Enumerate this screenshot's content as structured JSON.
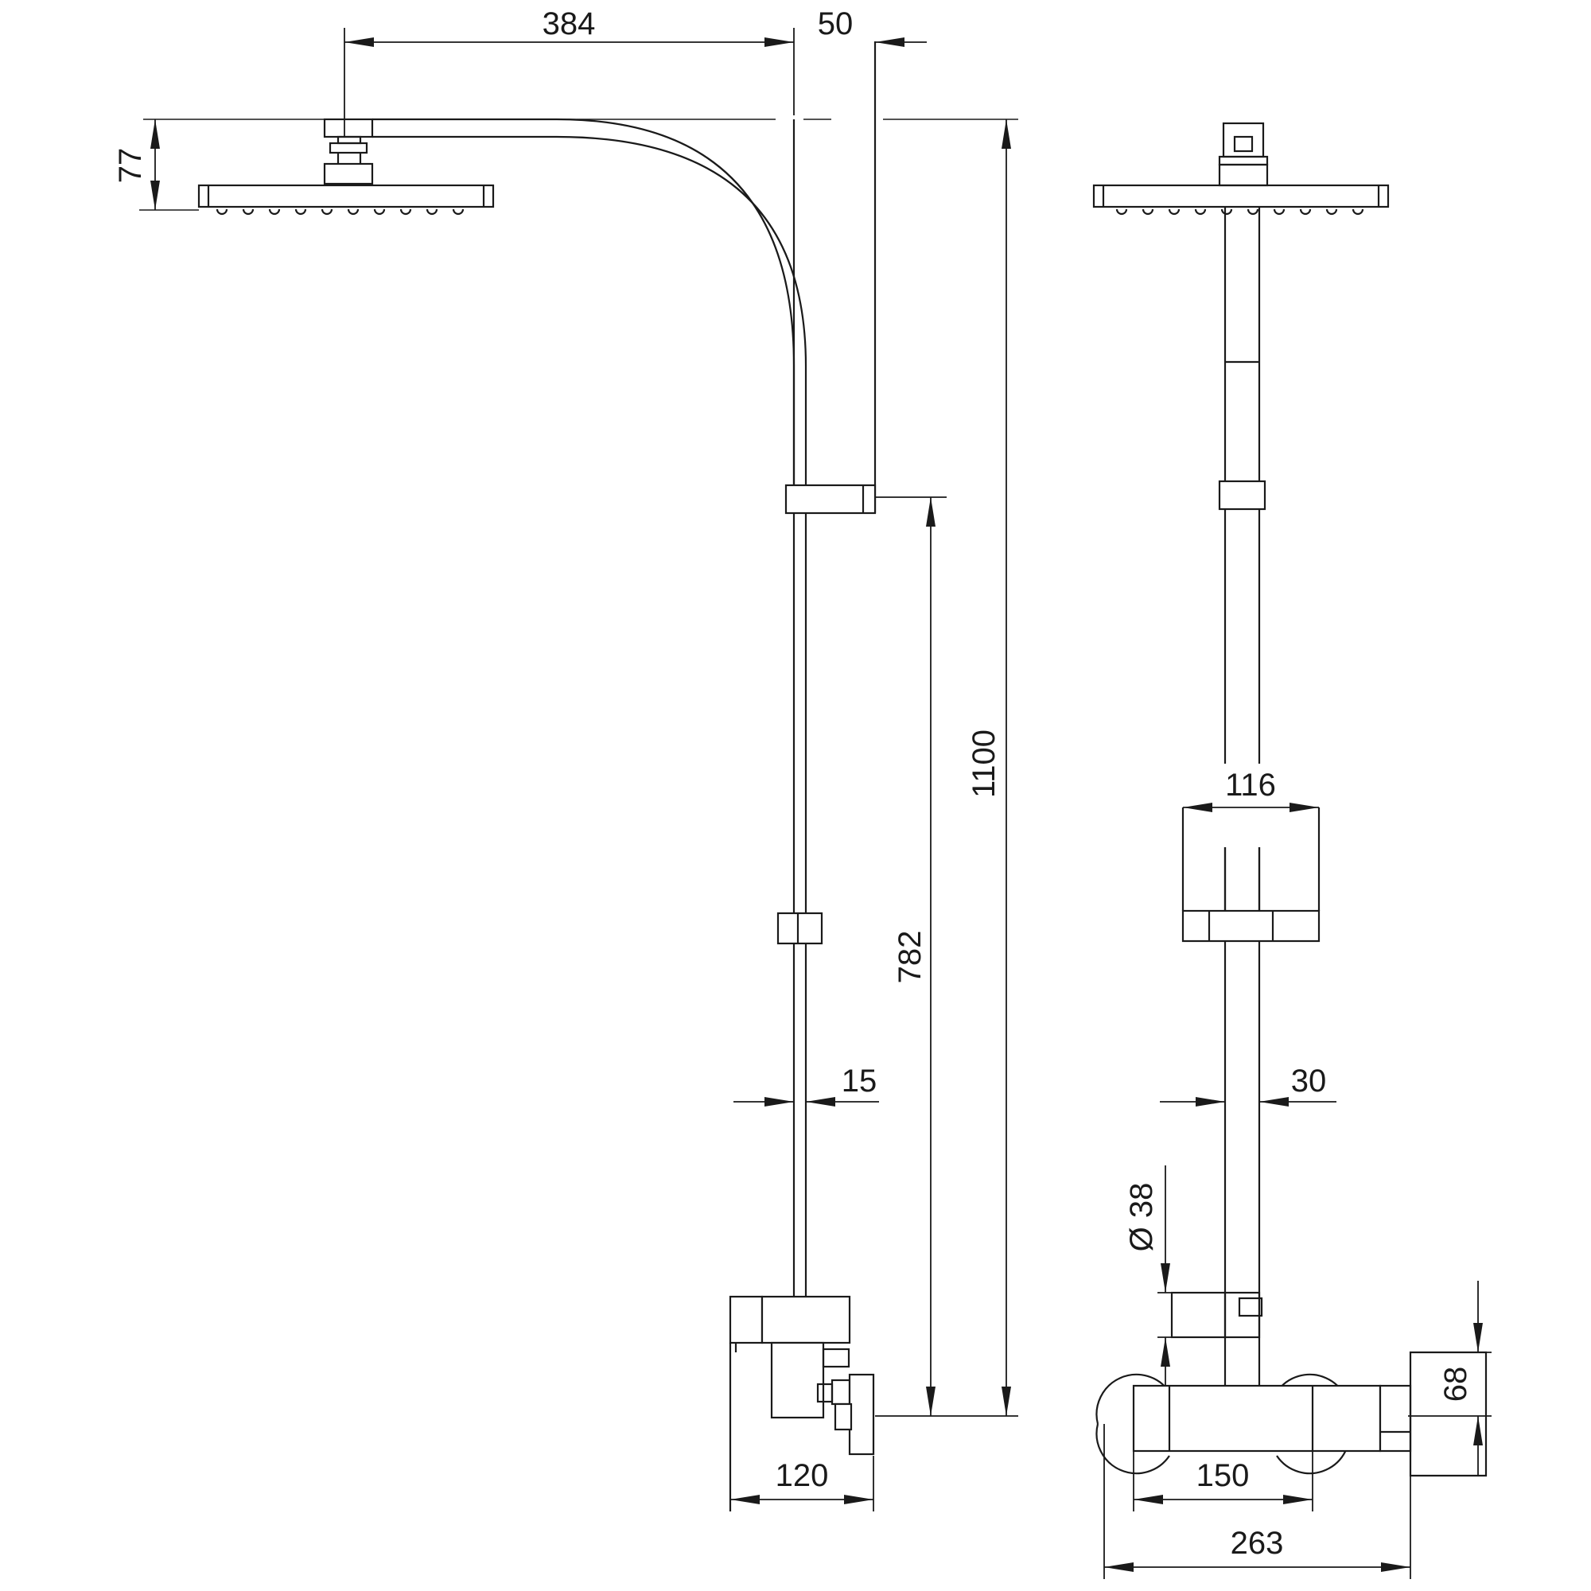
{
  "dimensions": {
    "arm_length": "384",
    "rail_depth": "50",
    "head_height": "77",
    "total_height": "1100",
    "slider_height": "782",
    "rail_width_side": "15",
    "rail_width_front": "30",
    "mixer_depth": "120",
    "holder_width": "116",
    "inlet_diameter": "Ø 38",
    "mixer_height": "68",
    "inlet_spacing": "150",
    "mixer_width": "263"
  },
  "colors": {
    "line": "#1a1a1a",
    "background": "#ffffff"
  }
}
